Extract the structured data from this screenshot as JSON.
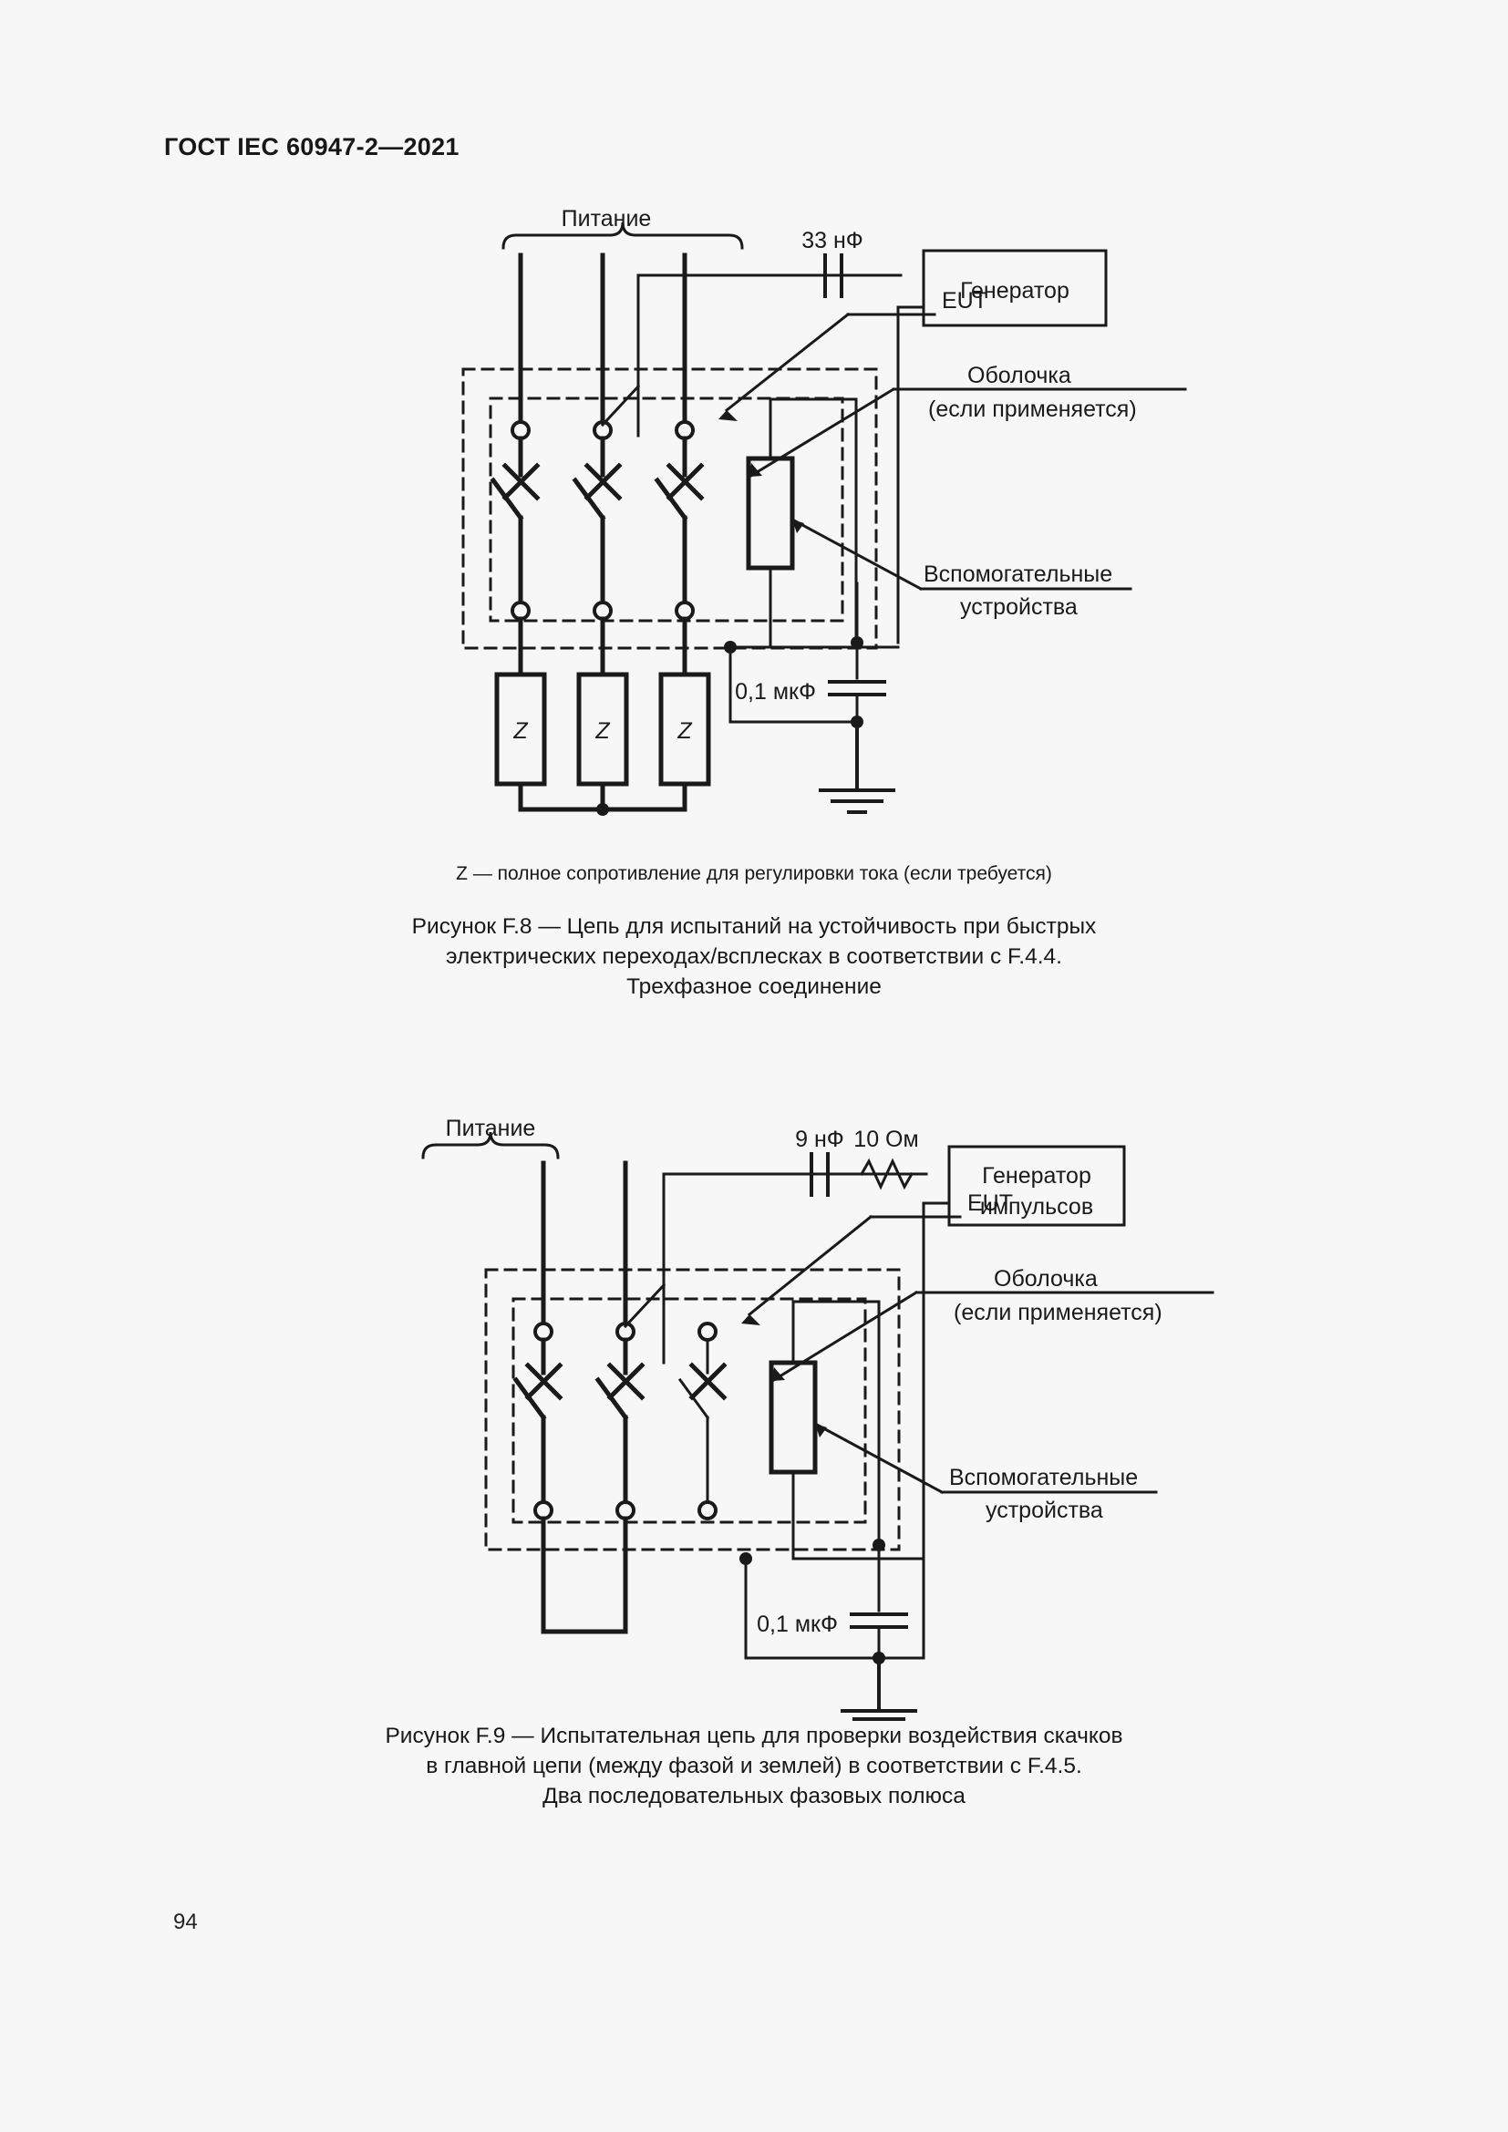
{
  "document": {
    "header": "ГОСТ IEC 60947-2—2021",
    "page_number": "94"
  },
  "figures": [
    {
      "id": "F.8",
      "labels": {
        "supply": "Питание",
        "capacitor_series": "33 нФ",
        "generator": "Генератор",
        "eut": "EUT",
        "enclosure_line1": "Оболочка",
        "enclosure_line2": "(если применяется)",
        "auxiliary_line1": "Вспомогательные",
        "auxiliary_line2": "устройства",
        "capacitor_shunt": "0,1 мкФ",
        "impedance_1": "Z",
        "impedance_2": "Z",
        "impedance_3": "Z"
      },
      "note": "Z — полное сопротивление для регулировки тока (если требуется)",
      "caption": [
        "Рисунок F.8 — Цепь для испытаний на устойчивость при быстрых",
        "электрических переходах/всплесках в соответствии с F.4.4.",
        "Трехфазное соединение"
      ]
    },
    {
      "id": "F.9",
      "labels": {
        "supply": "Питание",
        "capacitor_series": "9 нФ",
        "resistor": "10 Ом",
        "generator_line1": "Генератор",
        "generator_line2": "импульсов",
        "eut": "EUT",
        "enclosure_line1": "Оболочка",
        "enclosure_line2": "(если применяется)",
        "auxiliary_line1": "Вспомогательные",
        "auxiliary_line2": "устройства",
        "capacitor_shunt": "0,1 мкФ"
      },
      "caption": [
        "Рисунок F.9 — Испытательная цепь для проверки воздействия скачков",
        "в главной цепи (между фазой и землей) в соответствии с F.4.5.",
        "Два последовательных фазовых полюса"
      ]
    }
  ],
  "colors": {
    "background": "#f7f7f7",
    "ink": "#1a1a1a"
  }
}
